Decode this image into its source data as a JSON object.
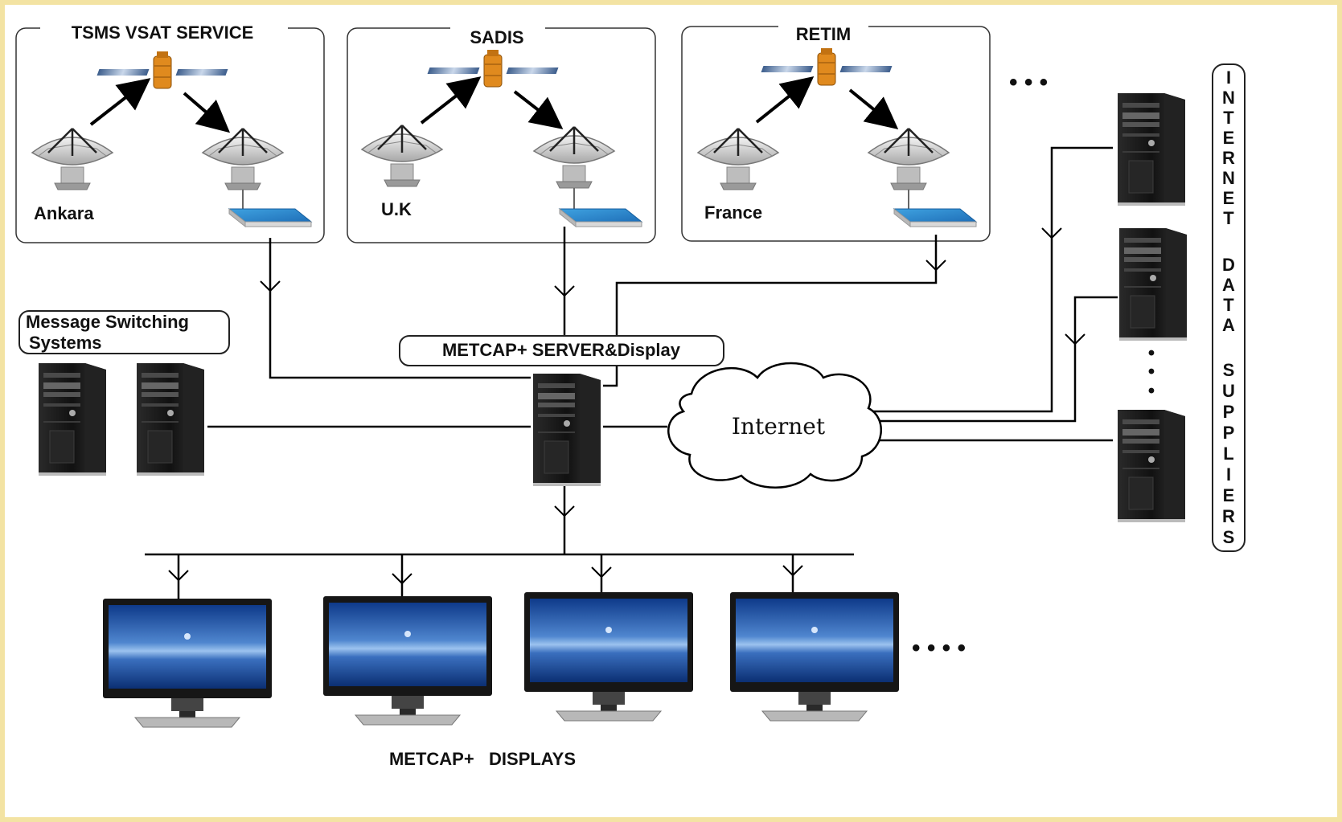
{
  "satellite_services": [
    {
      "title": "TSMS VSAT SERVICE",
      "location": "Ankara"
    },
    {
      "title": "SADIS",
      "location": "U.K"
    },
    {
      "title": "RETIM",
      "location": "France"
    }
  ],
  "more_services_ellipsis": "• • •",
  "message_switching": {
    "label_line1": "Message Switching",
    "label_line2": "Systems"
  },
  "server": {
    "label": "METCAP+ SERVER&Display"
  },
  "internet": {
    "label": "Internet"
  },
  "internet_suppliers": {
    "label_line1": [
      "I",
      "N",
      "T",
      "E",
      "R",
      "N",
      "E",
      "T"
    ],
    "label_line2": [
      "D",
      "A",
      "T",
      "A"
    ],
    "label_line3": [
      "S",
      "U",
      "P",
      "P",
      "L",
      "I",
      "E",
      "R",
      "S"
    ],
    "vertical_ellipsis": "•"
  },
  "displays": {
    "label": "METCAP+   DISPLAYS",
    "more_ellipsis": "• • • •"
  }
}
